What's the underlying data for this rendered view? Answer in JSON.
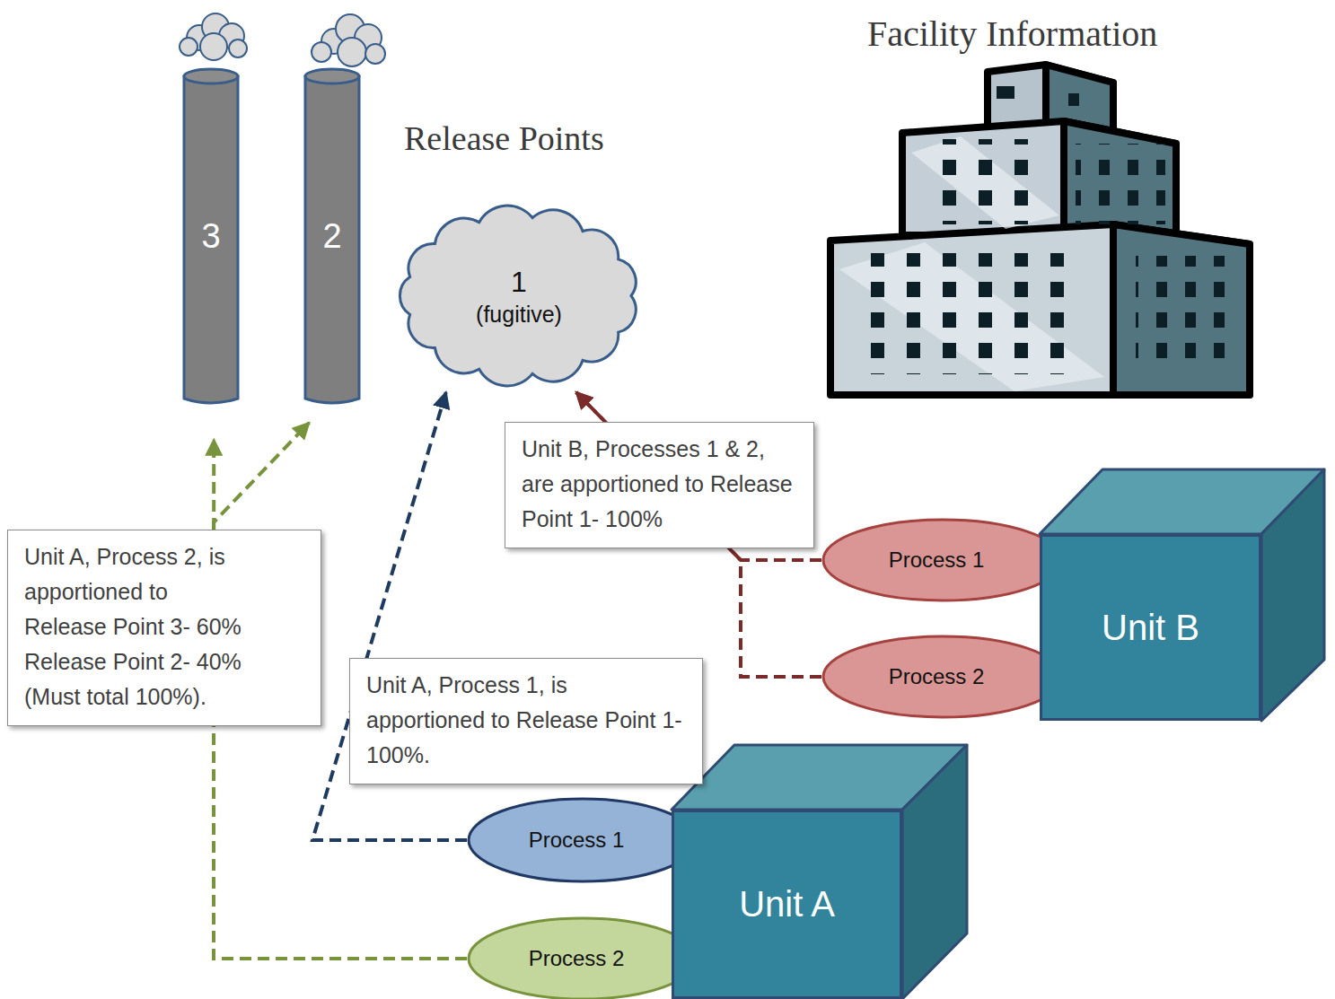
{
  "diagram": {
    "nodes": [
      {
        "text": [
          "3"
        ]
      },
      {
        "text": [
          "2"
        ]
      },
      {
        "text": [
          "1",
          "(fugitive)"
        ]
      },
      {
        "text": [
          "Unit B, Processes 1 & 2, are apportioned to Release Point 1- 100%"
        ]
      },
      {
        "text": [
          "Process 1"
        ]
      },
      {
        "text": [
          "Unit B"
        ]
      },
      {
        "text": [
          "Process 2"
        ]
      },
      {
        "text": [
          "Unit A, Process 2, is apportioned to",
          "Release Point 3- 60%",
          "Release Point 2- 40%",
          "(Must total 100%)."
        ]
      },
      {
        "text": [
          "Unit A, Process 1, is apportioned to Release Point 1- 100%."
        ]
      },
      {
        "text": [
          "Process 1"
        ]
      },
      {
        "text": [
          "Unit A"
        ]
      },
      {
        "text": [
          "Process 2"
        ]
      }
    ],
    "edges": [
      {
        "from": 9,
        "to": 2,
        "arrow": "to"
      },
      {
        "from": 11,
        "to": 0,
        "arrow": "to"
      },
      {
        "from": 11,
        "to": 1,
        "arrow": "to"
      },
      {
        "from": 4,
        "to": 2,
        "arrow": "to"
      },
      {
        "from": 6,
        "to": 2,
        "arrow": "to"
      }
    ],
    "labels": [
      "Release Points",
      "Facility Information"
    ]
  }
}
